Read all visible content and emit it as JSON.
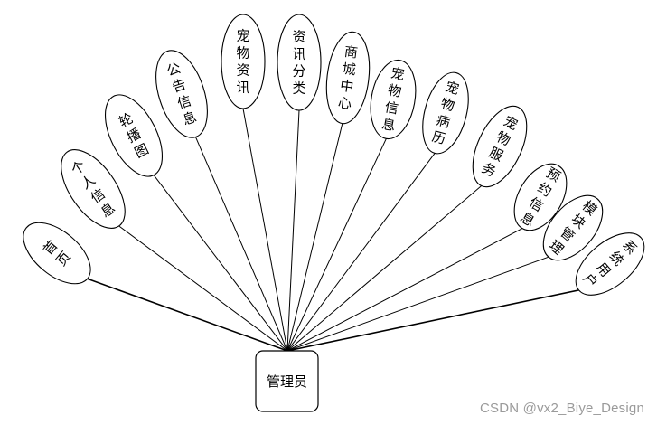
{
  "diagram": {
    "center": {
      "label": "管理员"
    },
    "nodes": [
      {
        "label": "首页"
      },
      {
        "label": "个人信息"
      },
      {
        "label": "轮播图"
      },
      {
        "label": "公告信息"
      },
      {
        "label": "宠物资讯"
      },
      {
        "label": "资讯分类"
      },
      {
        "label": "商城中心"
      },
      {
        "label": "宠物信息"
      },
      {
        "label": "宠物病历"
      },
      {
        "label": "宠物服务"
      },
      {
        "label": "预约信息"
      },
      {
        "label": "模块管理"
      },
      {
        "label": "系统用户"
      }
    ]
  },
  "watermark": "CSDN @vx2_Biye_Design"
}
